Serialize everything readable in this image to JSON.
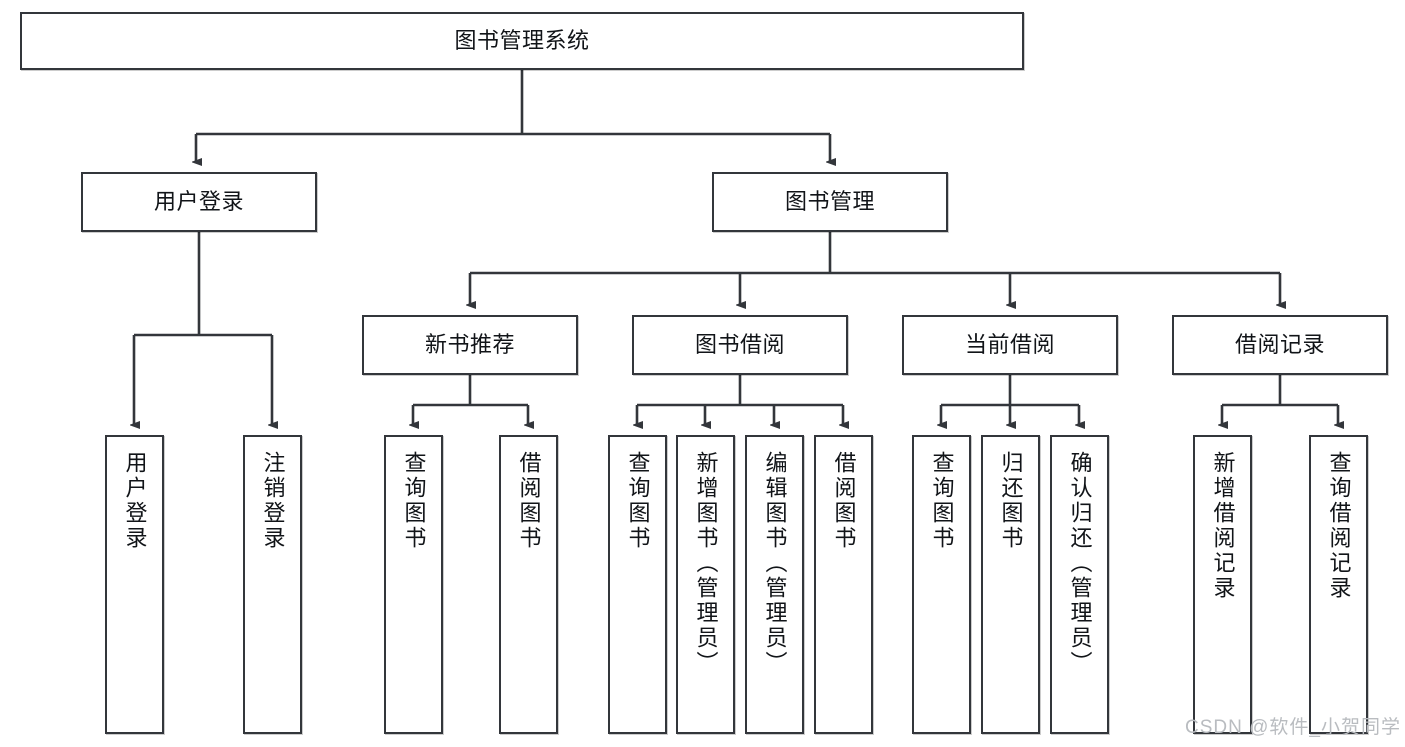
{
  "diagram": {
    "type": "tree-hierarchy-chart",
    "title_node": {
      "id": "root",
      "label": "图书管理系统"
    },
    "level2": [
      {
        "id": "login",
        "label": "用户登录"
      },
      {
        "id": "bookmgmt",
        "label": "图书管理"
      }
    ],
    "level3": [
      {
        "id": "newbook",
        "label": "新书推荐",
        "parent": "bookmgmt"
      },
      {
        "id": "borrow",
        "label": "图书借阅",
        "parent": "bookmgmt"
      },
      {
        "id": "current",
        "label": "当前借阅",
        "parent": "bookmgmt"
      },
      {
        "id": "records",
        "label": "借阅记录",
        "parent": "bookmgmt"
      }
    ],
    "leaves": [
      {
        "id": "leaf-login-1",
        "label": "用户登录",
        "parent": "login"
      },
      {
        "id": "leaf-login-2",
        "label": "注销登录",
        "parent": "login"
      },
      {
        "id": "leaf-newbook-1",
        "label": "查询图书",
        "parent": "newbook"
      },
      {
        "id": "leaf-newbook-2",
        "label": "借阅图书",
        "parent": "newbook"
      },
      {
        "id": "leaf-borrow-1",
        "label": "查询图书",
        "parent": "borrow"
      },
      {
        "id": "leaf-borrow-2",
        "label": "新增图书（管理员）",
        "parent": "borrow"
      },
      {
        "id": "leaf-borrow-3",
        "label": "编辑图书（管理员）",
        "parent": "borrow"
      },
      {
        "id": "leaf-borrow-4",
        "label": "借阅图书",
        "parent": "borrow"
      },
      {
        "id": "leaf-current-1",
        "label": "查询图书",
        "parent": "current"
      },
      {
        "id": "leaf-current-2",
        "label": "归还图书",
        "parent": "current"
      },
      {
        "id": "leaf-current-3",
        "label": "确认归还（管理员）",
        "parent": "current"
      },
      {
        "id": "leaf-records-1",
        "label": "新增借阅记录",
        "parent": "records"
      },
      {
        "id": "leaf-records-2",
        "label": "查询借阅记录",
        "parent": "records"
      }
    ],
    "watermark": "CSDN @软件_小贺同学",
    "colors": {
      "stroke": "#33363b",
      "background": "#ffffff",
      "text": "#111418",
      "watermark": "#b9bcc0"
    }
  }
}
